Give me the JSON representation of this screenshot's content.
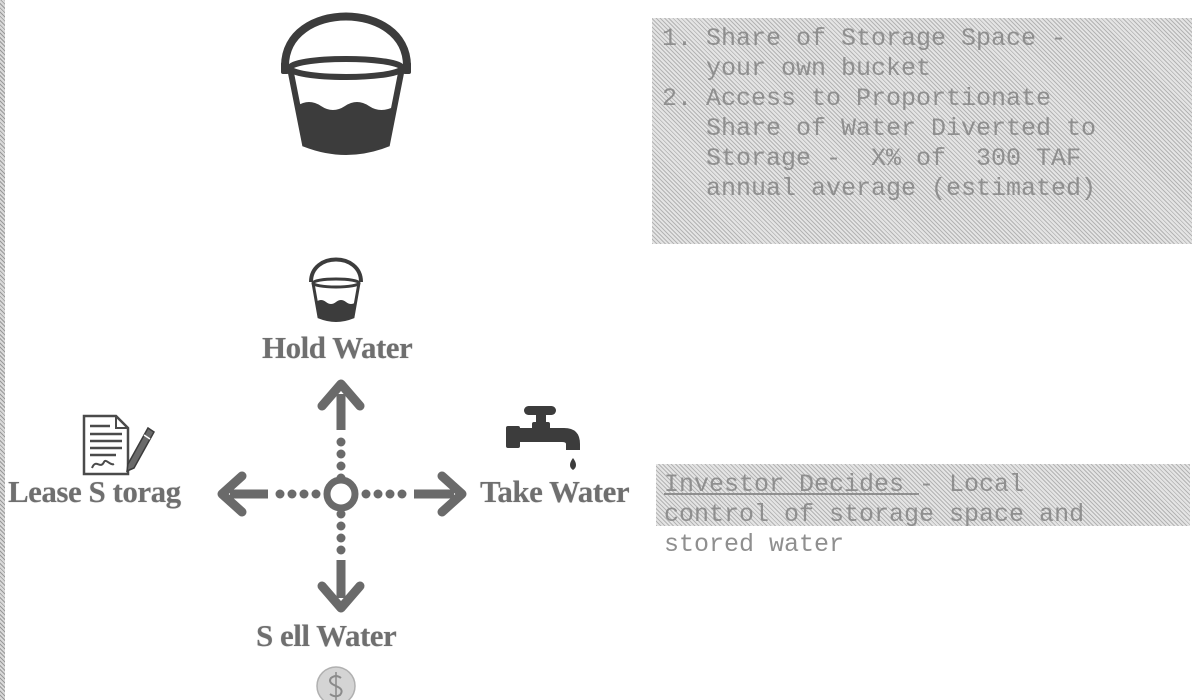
{
  "benefits": {
    "items": [
      {
        "num": "1.",
        "lines": [
          "Share of Storage Space -",
          "your own bucket"
        ]
      },
      {
        "num": "2.",
        "lines": [
          "Access to Proportionate",
          "Share of Water Diverted to",
          "Storage -  X% of  300 TAF",
          "annual average (estimated)"
        ]
      }
    ]
  },
  "decides": {
    "title": "Investor Decides ",
    "rest_line1": "- Local",
    "line2": "control of storage space and",
    "line3": "stored water"
  },
  "options": {
    "hold": "Hold Water",
    "take": "Take Water",
    "lease": "Lease S torag",
    "sell": "S ell Water"
  },
  "icons": {
    "large_bucket": "bucket-icon",
    "small_bucket": "bucket-icon",
    "lease": "contract-icon",
    "take": "faucet-icon",
    "sell": "dollar-coin-icon"
  },
  "colors": {
    "icon_dark": "#3c3c3c",
    "arrow": "#6a6a6a",
    "panel_text": "#8f8f8f",
    "label": "#6f6f6f"
  }
}
